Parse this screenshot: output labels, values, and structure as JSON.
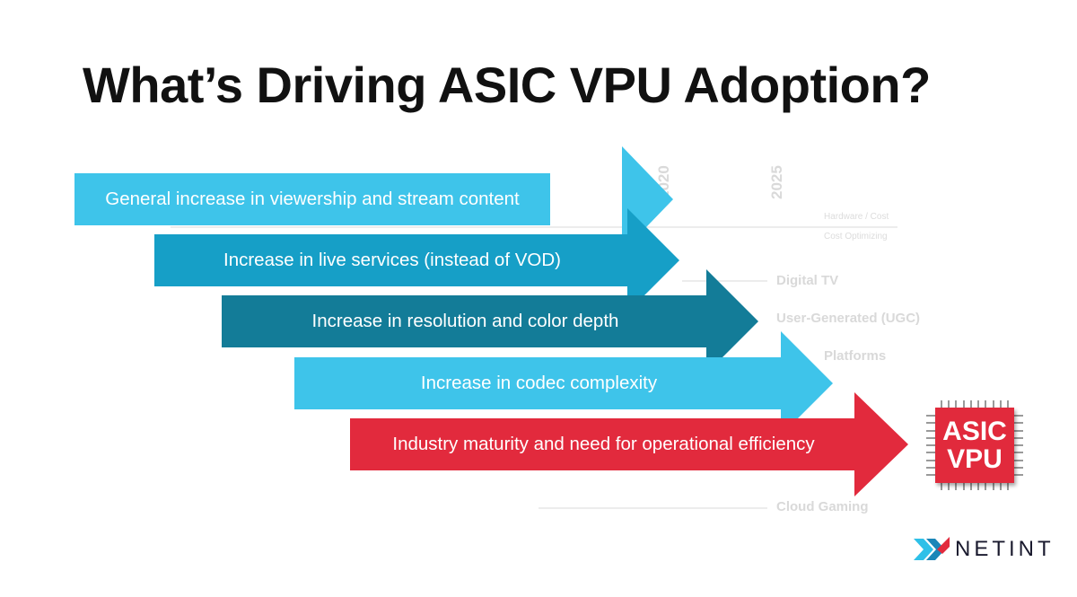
{
  "title": "What’s Driving ASIC VPU Adoption?",
  "colors": {
    "light_blue": "#3ec4ea",
    "mid_blue": "#169fc7",
    "dark_teal": "#137c98",
    "red": "#e22a3d"
  },
  "drivers": [
    {
      "label": "General increase in viewership and stream content",
      "color": "#3ec4ea"
    },
    {
      "label": "Increase in live services (instead of VOD)",
      "color": "#169fc7"
    },
    {
      "label": "Increase in resolution and color depth",
      "color": "#137c98"
    },
    {
      "label": "Increase in codec complexity",
      "color": "#3ec4ea"
    },
    {
      "label": "Industry maturity and need for operational efficiency",
      "color": "#e22a3d"
    }
  ],
  "chip": {
    "line1": "ASIC",
    "line2": "VPU",
    "icon": "chip-icon"
  },
  "logo": {
    "text": "NETINT",
    "icon": "netint-logo-icon"
  },
  "background": {
    "years": [
      "0",
      "5",
      "0",
      "2020",
      "2025"
    ],
    "categories": [
      "Digital TV",
      "User-Generated (UGC)",
      "Platforms",
      "Cloud Gaming"
    ],
    "notes": [
      "Hardware / Cost",
      "Cost Optimizing"
    ]
  }
}
